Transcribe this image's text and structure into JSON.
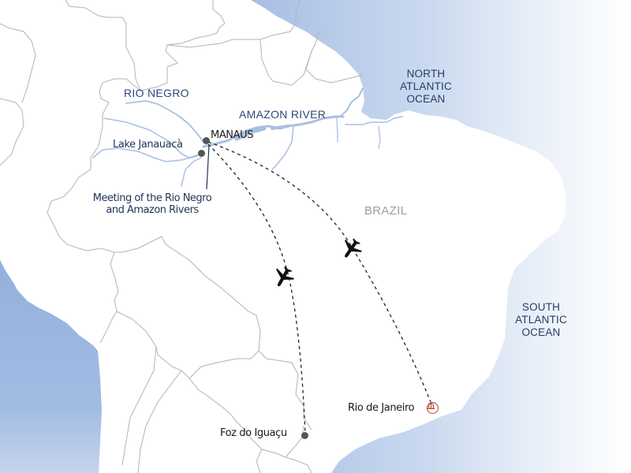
{
  "map": {
    "oceans": [
      {
        "id": "north-atlantic",
        "lines": [
          "NORTH",
          "ATLANTIC",
          "OCEAN"
        ]
      },
      {
        "id": "south-atlantic",
        "lines": [
          "SOUTH",
          "ATLANTIC",
          "OCEAN"
        ]
      }
    ],
    "rivers": [
      {
        "id": "rio-negro",
        "label": "RIO NEGRO"
      },
      {
        "id": "amazon-river",
        "label": "AMAZON RIVER"
      }
    ],
    "country": {
      "label": "BRAZIL"
    },
    "places": [
      {
        "id": "manaus",
        "label": "MANAUS",
        "marker": "dot"
      },
      {
        "id": "lake-janauaca",
        "label": "Lake Janauacà",
        "marker": "dot"
      },
      {
        "id": "foz-do-iguacu",
        "label": "Foz do Iguaçu",
        "marker": "dot"
      },
      {
        "id": "rio-de-janeiro",
        "label": "Rio de Janeiro",
        "marker": "landmark-icon"
      }
    ],
    "annotation": {
      "line1": "Meeting of the Rio Negro",
      "line2": "and Amazon Rivers"
    },
    "routes": [
      {
        "from": "Manaus",
        "to": "Foz do Iguaçu",
        "mode": "flight"
      },
      {
        "from": "Manaus",
        "to": "Rio de Janeiro",
        "mode": "flight"
      }
    ],
    "colors": {
      "ocean": "#9db7df",
      "river": "#a9c0e4",
      "border": "#b8b3aa",
      "text_navy": "#1e3556",
      "country_text": "#a39d92",
      "landmark": "#b5442e",
      "route": "#222222"
    }
  }
}
